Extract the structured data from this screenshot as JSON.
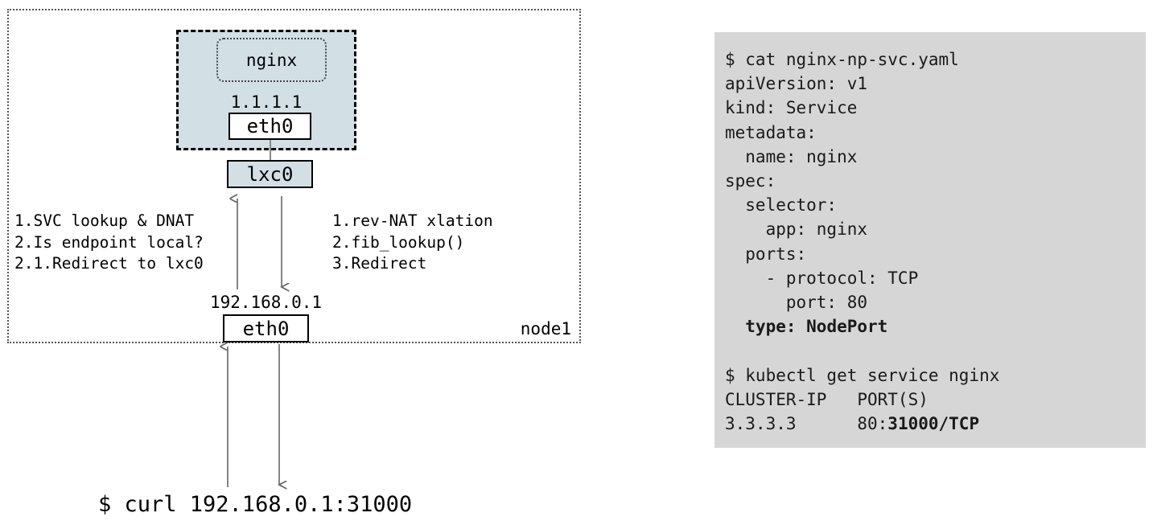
{
  "diagram": {
    "node": {
      "label": "node1",
      "eth0": {
        "name": "eth0",
        "ip": "192.168.0.1"
      }
    },
    "pod": {
      "container": {
        "name": "nginx"
      },
      "eth0": {
        "name": "eth0",
        "ip": "1.1.1.1"
      }
    },
    "host_veth": {
      "name": "lxc0"
    },
    "steps_ingress": "1.SVC lookup & DNAT\n2.Is endpoint local?\n2.1.Redirect to lxc0",
    "steps_egress": "1.rev-NAT xlation\n2.fib_lookup()\n3.Redirect",
    "client_command": "$ curl 192.168.0.1:31000",
    "colors": {
      "pod_fill": "#d2dfe5",
      "panel_bg": "#d6d6d6",
      "arrow": "#666666",
      "node_border": "#555555"
    }
  },
  "code_panel": {
    "lines": [
      {
        "text": "$ cat nginx-np-svc.yaml"
      },
      {
        "text": "apiVersion: v1"
      },
      {
        "text": "kind: Service"
      },
      {
        "text": "metadata:"
      },
      {
        "text": "  name: nginx"
      },
      {
        "text": "spec:"
      },
      {
        "text": "  selector:"
      },
      {
        "text": "    app: nginx"
      },
      {
        "text": "  ports:"
      },
      {
        "text": "    - protocol: TCP"
      },
      {
        "text": "      port: 80"
      },
      {
        "pre": "  ",
        "bold": "type: NodePort"
      },
      {
        "text": "",
        "blank": true
      },
      {
        "text": "$ kubectl get service nginx"
      },
      {
        "text": "CLUSTER-IP   PORT(S)"
      },
      {
        "pre": "3.3.3.3      80:",
        "bold": "31000/TCP"
      }
    ]
  }
}
